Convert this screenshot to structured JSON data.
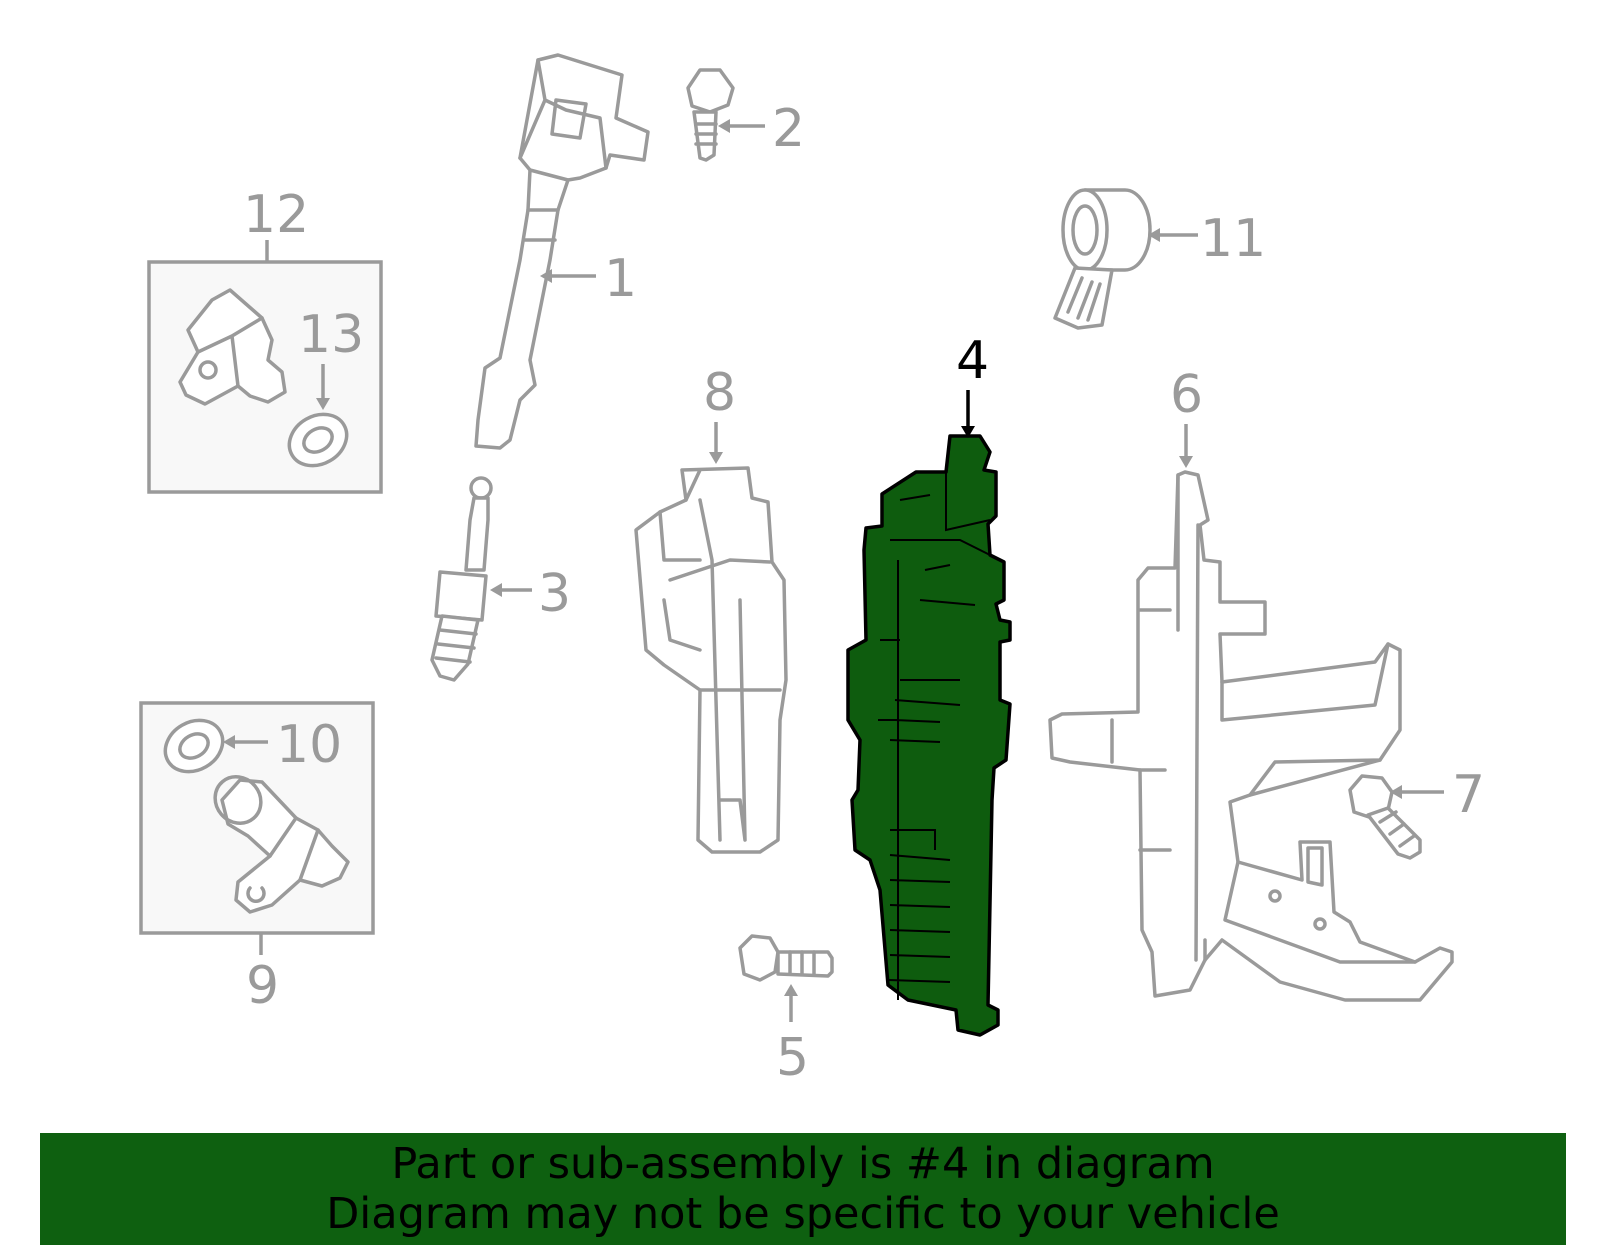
{
  "callouts": {
    "c1": "1",
    "c2": "2",
    "c3": "3",
    "c4": "4",
    "c5": "5",
    "c6": "6",
    "c7": "7",
    "c8": "8",
    "c9": "9",
    "c10": "10",
    "c11": "11",
    "c12": "12",
    "c13": "13"
  },
  "highlight": {
    "part": "4",
    "color": "#0e5c0e"
  },
  "banner": {
    "line1": "Part or sub-assembly is #4 in diagram",
    "line2": "Diagram may not be specific to your vehicle",
    "color": "#0e6010"
  }
}
